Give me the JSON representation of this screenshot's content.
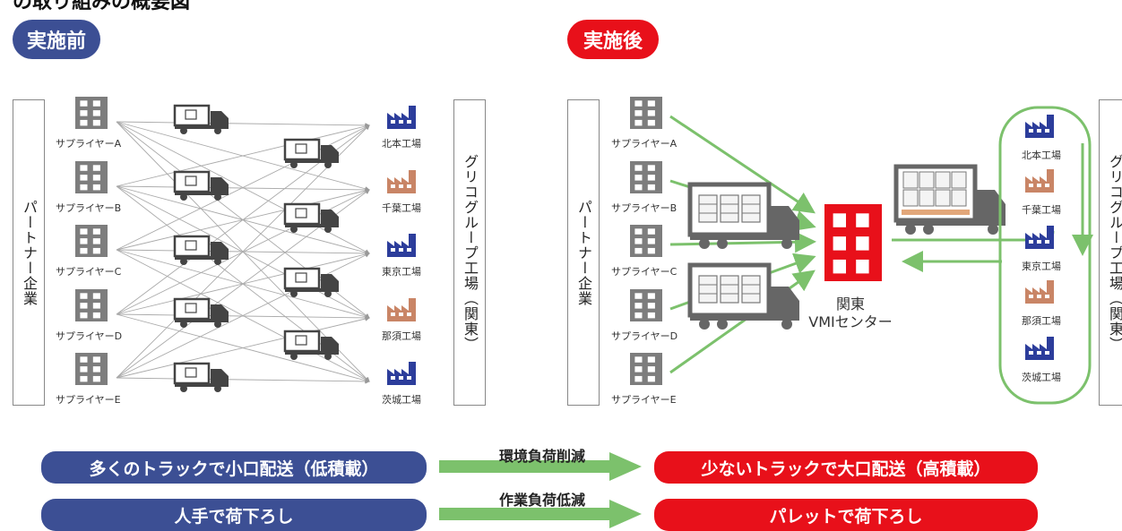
{
  "heading": "の取り組みの概要図",
  "before": {
    "badge": "実施前",
    "left_box_label": "パートナー企業",
    "right_box_label": "グリコグループ工場（関東）",
    "suppliers": [
      "サプライヤーA",
      "サプライヤーB",
      "サプライヤーC",
      "サプライヤーD",
      "サプライヤーE"
    ],
    "factories": [
      "北本工場",
      "千葉工場",
      "東京工場",
      "那須工場",
      "茨城工場"
    ]
  },
  "after": {
    "badge": "実施後",
    "left_box_label": "パートナー企業",
    "right_box_label": "グリコグループ工場（関東）",
    "suppliers": [
      "サプライヤーA",
      "サプライヤーB",
      "サプライヤーC",
      "サプライヤーD",
      "サプライヤーE"
    ],
    "factories": [
      "北本工場",
      "千葉工場",
      "東京工場",
      "那須工場",
      "茨城工場"
    ],
    "center_line1": "関東",
    "center_line2": "VMIセンター"
  },
  "comparison": {
    "row1": {
      "before": "多くのトラックで小口配送（低積載）",
      "effect": "環境負荷削減",
      "after": "少ないトラックで大口配送（高積載）"
    },
    "row2": {
      "before": "人手で荷下ろし",
      "effect": "作業負荷低減",
      "after": "パレットで荷下ろし"
    }
  },
  "colors": {
    "blue": "#3c4f94",
    "red": "#e8101a",
    "green": "#7cc16c",
    "factory_blue": "#2c3d9b",
    "factory_brown": "#c98566",
    "building_gray": "#7d7d7d"
  },
  "icons": {
    "supplier": "building-icon",
    "factory": "factory-icon",
    "truck": "truck-icon",
    "vmi": "warehouse-building-icon",
    "arrow": "green-arrow-icon"
  }
}
